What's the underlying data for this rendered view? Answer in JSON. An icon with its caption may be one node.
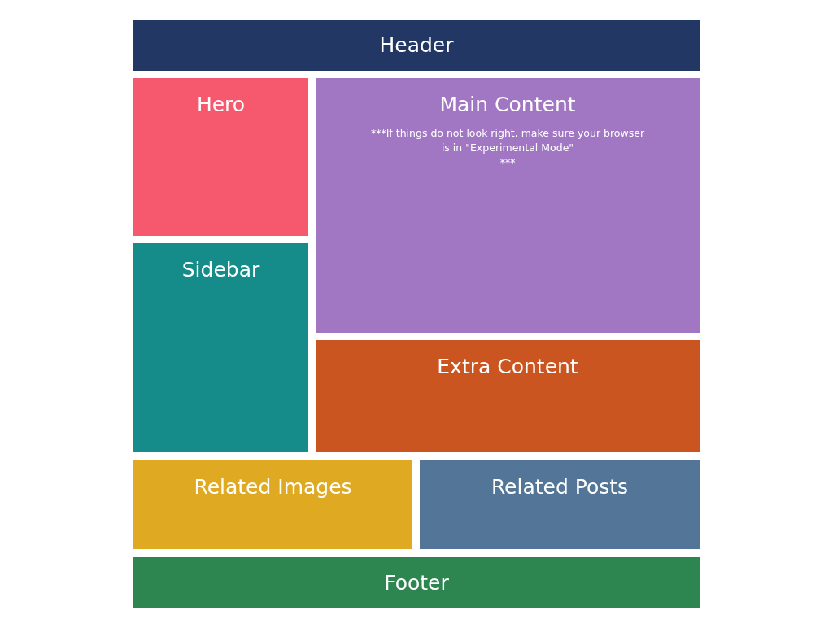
{
  "diagram": {
    "nodes": [
      {
        "text": [
          "Header"
        ]
      },
      {
        "text": [
          "Hero"
        ]
      },
      {
        "text": [
          "Main Content",
          "***If things do not look right, make sure your browser is in \"Experimental Mode\"",
          "***"
        ]
      },
      {
        "text": [
          "Sidebar"
        ]
      },
      {
        "text": [
          "Extra Content"
        ]
      },
      {
        "text": [
          "Related Images"
        ]
      },
      {
        "text": [
          "Related Posts"
        ]
      },
      {
        "text": [
          "Footer"
        ]
      }
    ]
  }
}
